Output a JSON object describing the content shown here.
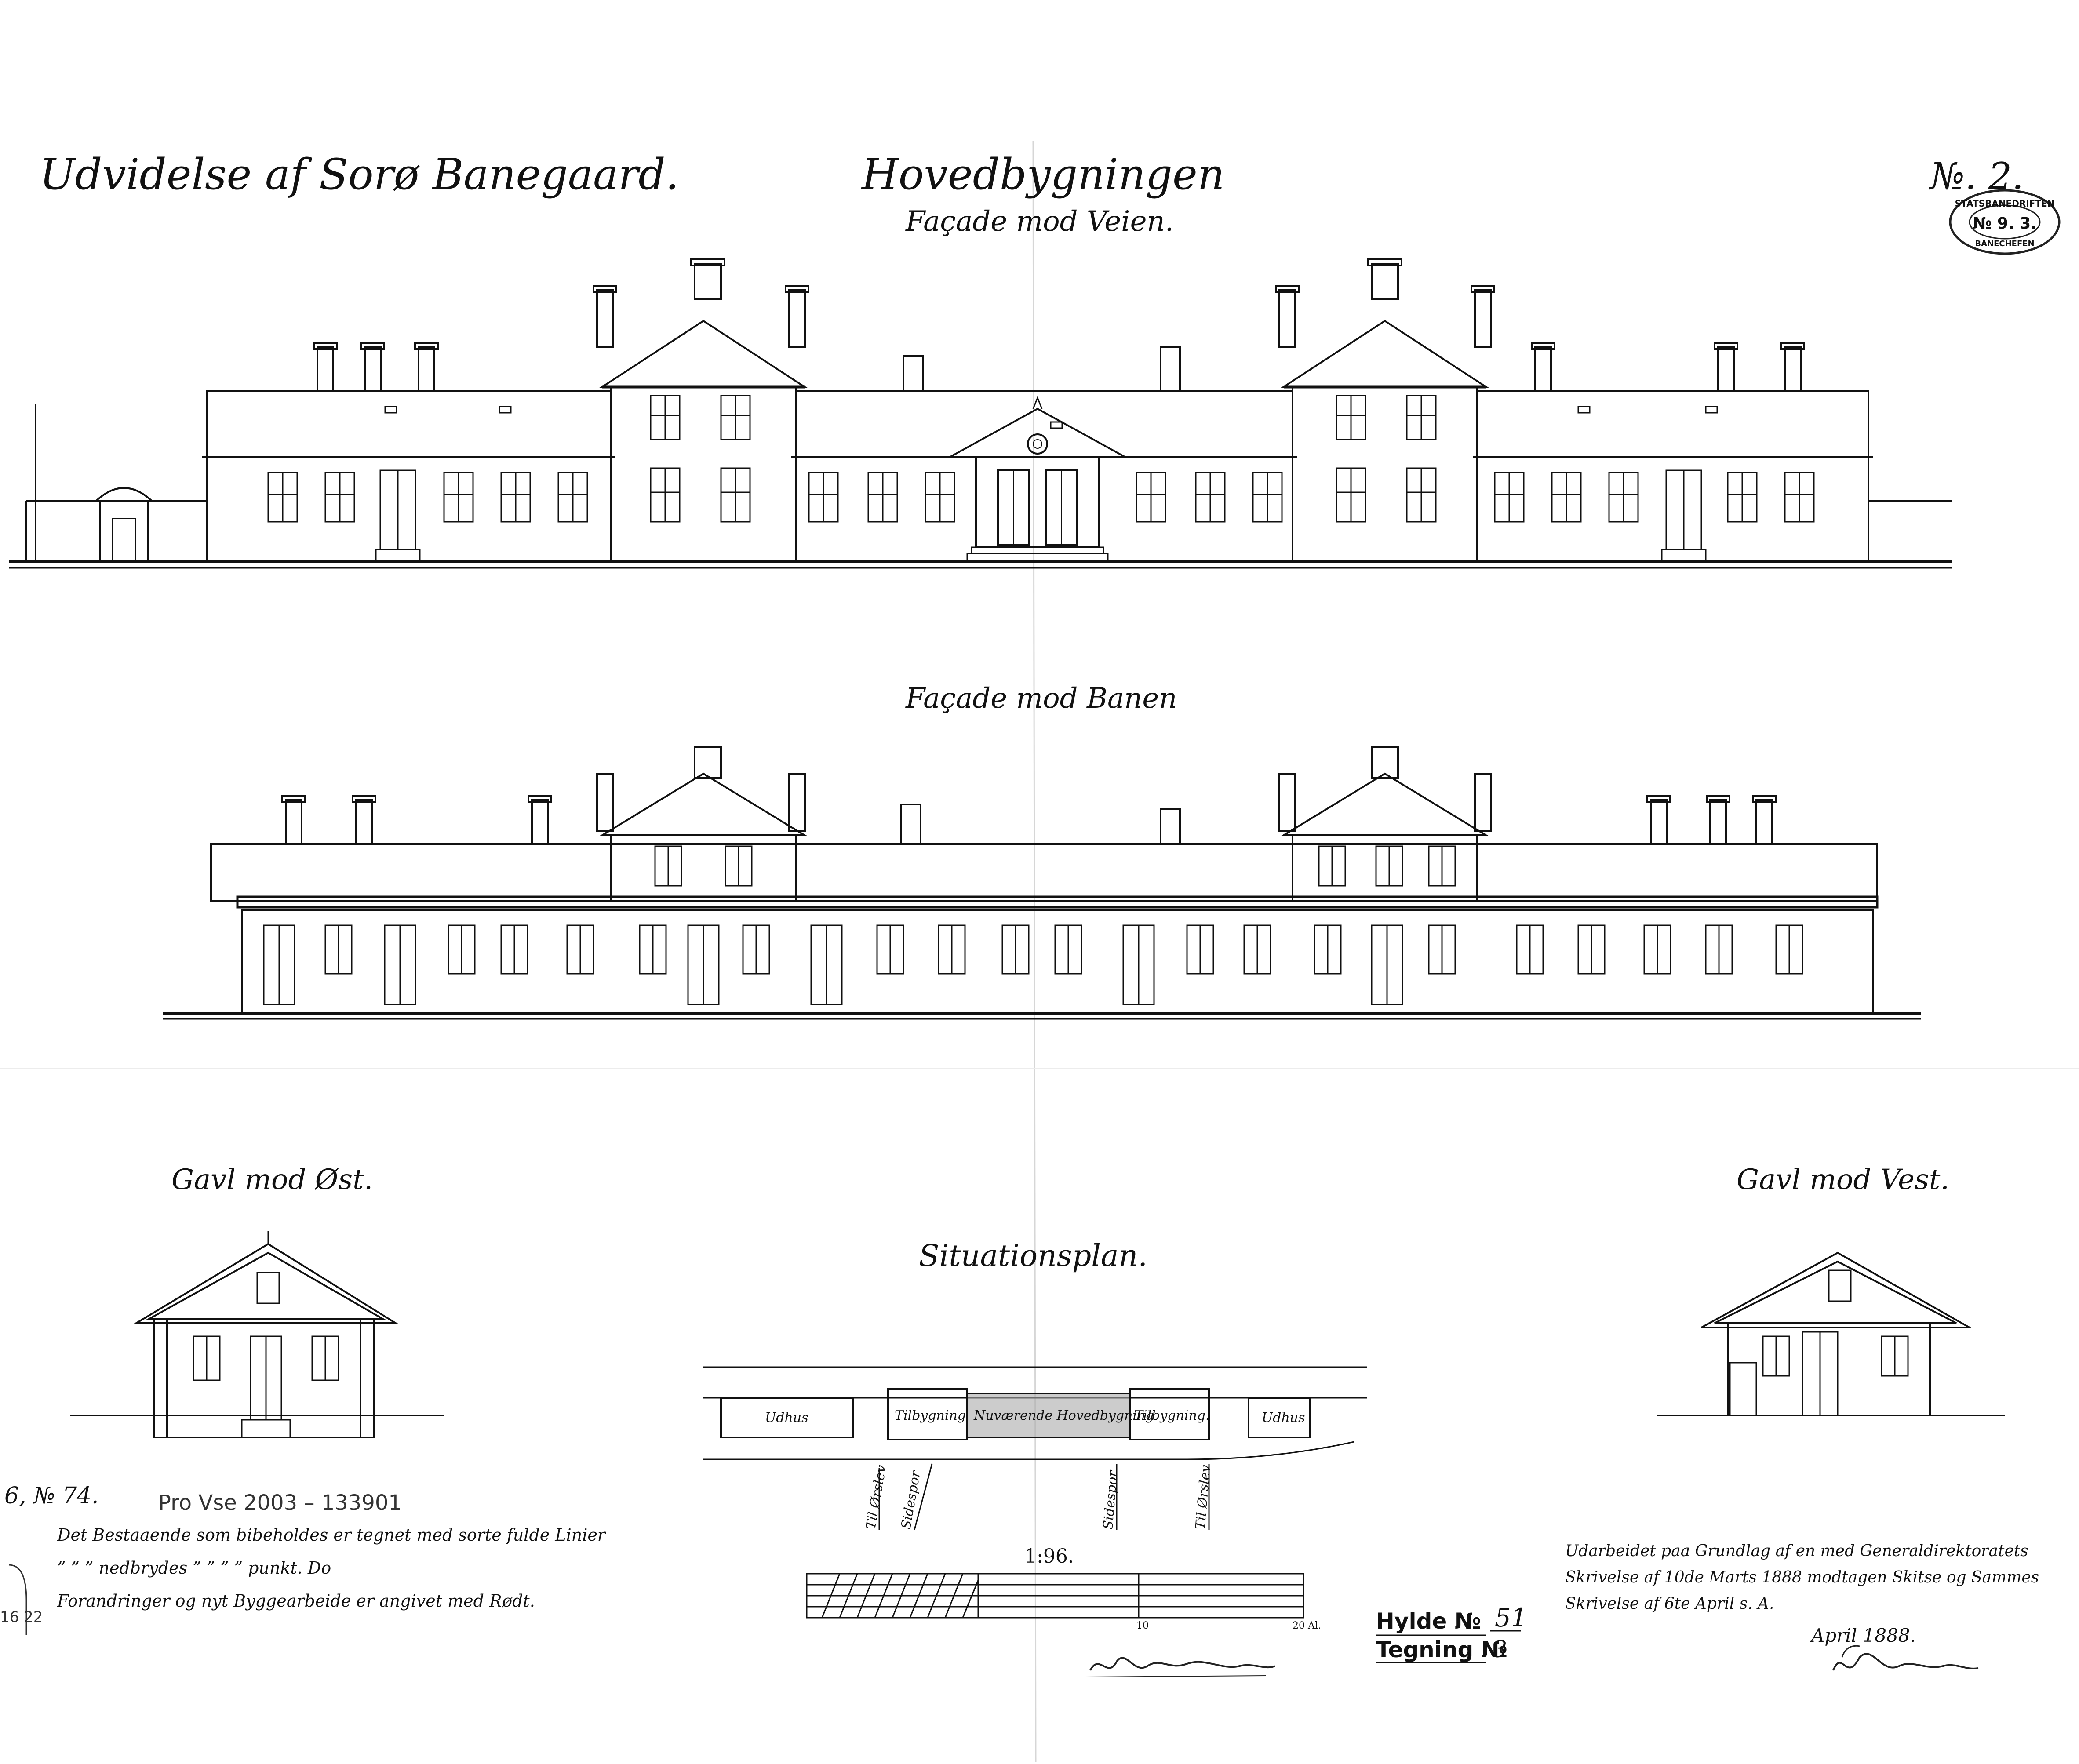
{
  "header": {
    "project_title": "Udvidelse af Sorø Banegaard.",
    "building_title": "Hovedbygningen",
    "sheet_no": "№. 2."
  },
  "stamp": {
    "top": "STATSBANEDRIFTEN",
    "number": "№ 9. 3.",
    "bottom": "BANECHEFEN"
  },
  "views": {
    "road_facade": "Façade mod Veien.",
    "track_facade": "Façade mod Banen",
    "east_gable": "Gavl mod Øst.",
    "west_gable": "Gavl mod Vest.",
    "site_plan": "Situationsplan."
  },
  "site_plan": {
    "outbuilding_left": "Udhus",
    "extension_left": "Tilbygning",
    "main_building": "Nuværende Hovedbygning",
    "extension_right": "Tilbygning.",
    "outbuilding_right": "Udhus",
    "track_label_1": "Til Ørslev",
    "track_label_2": "Sidespor",
    "track_label_3": "Sidespor",
    "track_label_4": "Til Ørslev"
  },
  "scale_bar": {
    "ratio": "1:96.",
    "tick_mid": "10",
    "tick_end": "20 Al."
  },
  "archive": {
    "ref": "6, № 74.",
    "pencil_no": "Pro Vse 2003 – 133901",
    "margin_no": "16 22"
  },
  "legend": {
    "line1": "Det Bestaaende som bibeholdes er tegnet med sorte fulde Linier",
    "line2_ditto": "”          ”          ” nedbrydes ”    ”    ”    ”    punkt. Do",
    "line3": "Forandringer og nyt Byggearbeide er angivet med Rødt."
  },
  "notes": {
    "basis_line1": "Udarbeidet paa Grundlag af en med Generaldirektoratets",
    "basis_line2": "Skrivelse af 10de Marts 1888 modtagen Skitse og Sammes",
    "basis_line3": "Skrivelse af 6te April s. A.",
    "date": "April 1888.",
    "signature_left": "N.C. Christensen",
    "signature_right": "H. Wenck"
  },
  "filing": {
    "shelf_label": "Hylde №",
    "shelf_value": "51",
    "drawing_label": "Tegning №",
    "drawing_value": "3"
  }
}
